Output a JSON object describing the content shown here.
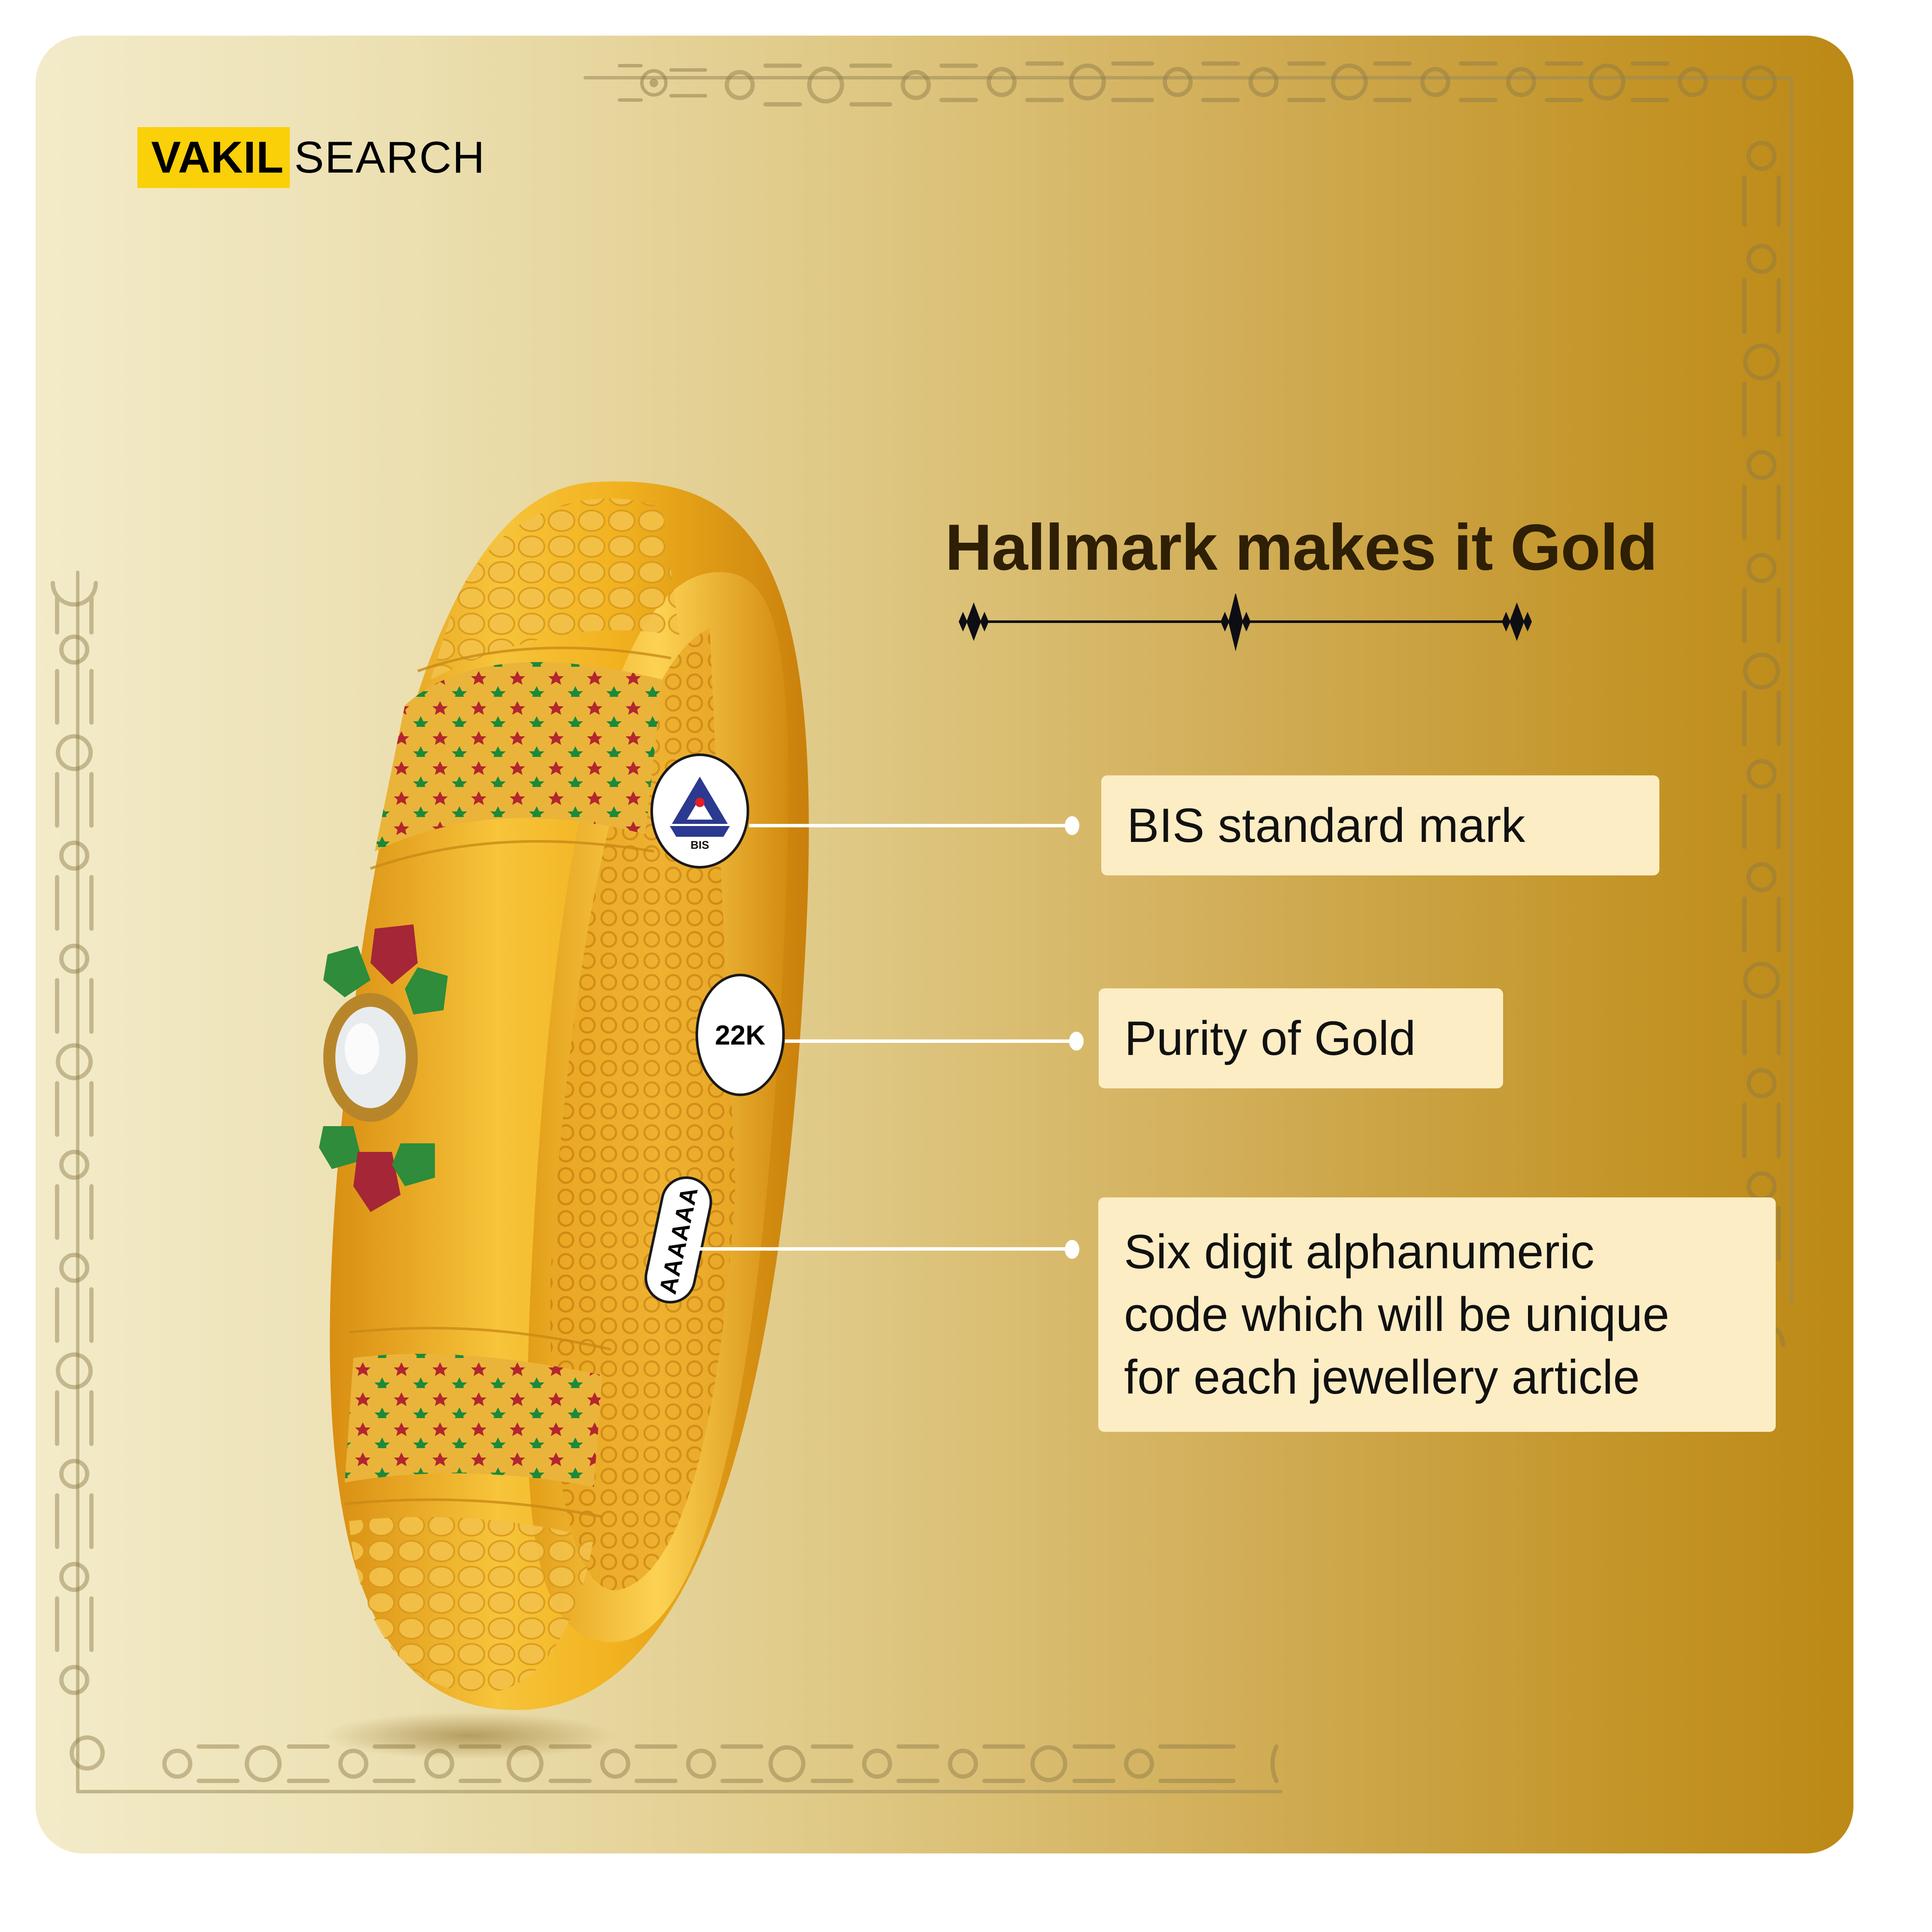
{
  "brand": {
    "highlight": "VAKIL",
    "rest": "SEARCH",
    "highlight_color": "#fad009"
  },
  "title": "Hallmark makes it Gold",
  "callouts": [
    {
      "badge": "BIS",
      "badge_icon": "bis-logo-icon",
      "label": "BIS standard mark"
    },
    {
      "badge": "22K",
      "label": "Purity of Gold"
    },
    {
      "badge": "AAAAAA",
      "label_lines": [
        "Six digit alphanumeric",
        "code which will be unique",
        "for each jewellery article"
      ]
    }
  ],
  "colors": {
    "background_start": "#f3ebc9",
    "background_end": "#bc8915",
    "label_bg": "#fdedc4",
    "title_color": "#2e1f05",
    "bis_blue": "#2b3990",
    "bis_red": "#e31e24"
  }
}
